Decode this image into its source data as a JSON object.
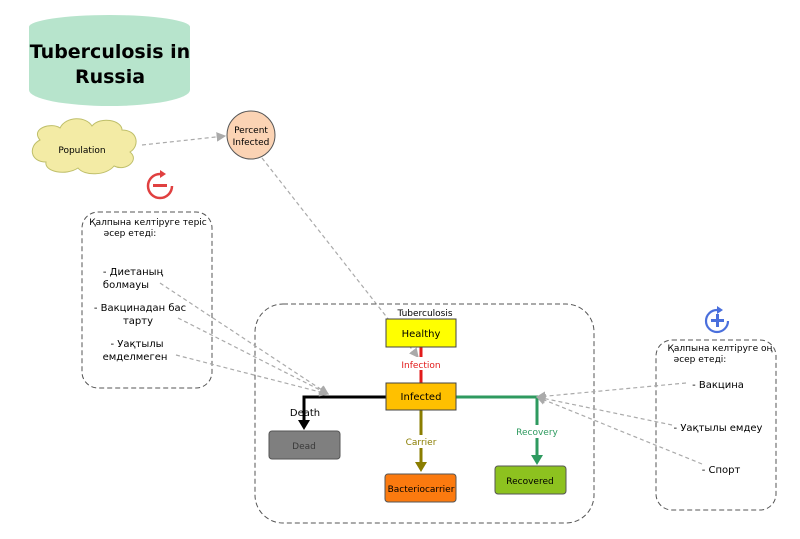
{
  "title": {
    "line1": "Tuberculosis in",
    "line2": "Russia"
  },
  "population": {
    "label": "Population"
  },
  "percent_infected": {
    "line1": "Percent",
    "line2": "Infected"
  },
  "tb_group": {
    "label": "Tuberculosis"
  },
  "stocks": {
    "healthy": "Healthy",
    "infected": "Infected",
    "dead": "Dead",
    "bacteriocarrier": "Bacteriocarrier",
    "recovered": "Recovered"
  },
  "flows": {
    "infection": "Infection",
    "death": "Death",
    "carrier": "Carrier",
    "recovery": "Recovery"
  },
  "negative_box": {
    "heading_line1": "Қалпына келтіруге теріс",
    "heading_line2": "әсер етеді:",
    "item1_line1": "- Диетаның",
    "item1_line2": "болмауы",
    "item2_line1": "- Вакцинадан бас",
    "item2_line2": "тарту",
    "item3_line1": "- Уақтылы",
    "item3_line2": "емделмеген"
  },
  "positive_box": {
    "heading_line1": "Қалпына келтіруге оң",
    "heading_line2": "әсер етеді:",
    "item1": "- Вакцина",
    "item2": "- Уақтылы емдеу",
    "item3": "- Спорт"
  },
  "icons": {
    "negative": "minus-loop-icon",
    "positive": "plus-loop-icon"
  },
  "colors": {
    "title_fill": "#b7e4cc",
    "population_fill": "#f3eba5",
    "percent_fill": "#fbd3b4",
    "healthy_fill": "#ffff00",
    "infected_fill": "#ffc000",
    "dead_fill": "#7f7f7f",
    "bacteriocarrier_fill": "#fb7a0f",
    "recovered_fill": "#8dc21f",
    "infection_color": "#e21b1b",
    "death_color": "#000000",
    "carrier_color": "#8a7d00",
    "recovery_color": "#2e9a5f",
    "negative_icon": "#e04040",
    "positive_icon": "#4a6fdc"
  }
}
